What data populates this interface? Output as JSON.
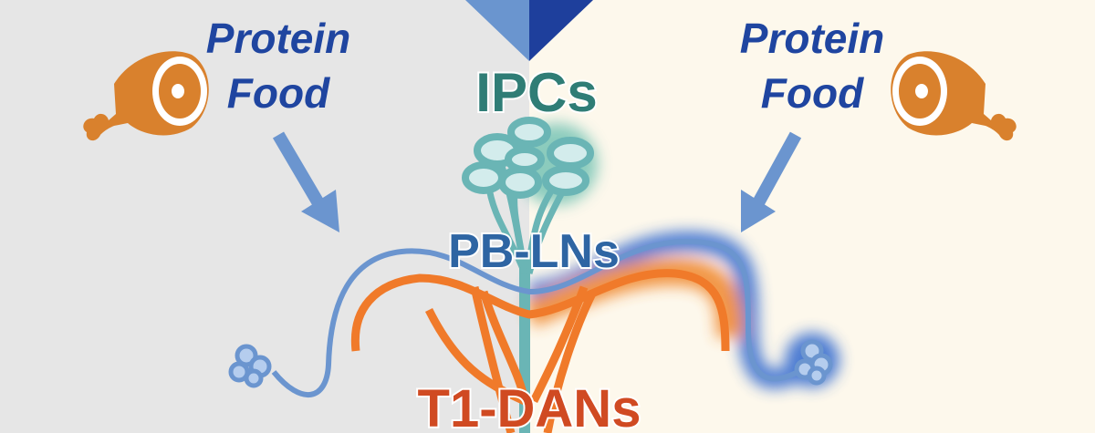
{
  "left_panel": {
    "line1": "Protein",
    "line2": "Food",
    "icon": "meat-icon"
  },
  "right_panel": {
    "line1": "Protein",
    "line2": "Food",
    "icon": "meat-icon"
  },
  "labels": {
    "ipcs": "IPCs",
    "pblns": "PB-LNs",
    "t1dans": "T1-DANs"
  },
  "colors": {
    "left_bg": "#e6e6e6",
    "right_bg": "#fdf8ec",
    "text_blue": "#1f45a0",
    "ipc_teal": "#2f7d76",
    "pbln_blue": "#2e65a3",
    "dan_orange": "#d04a22",
    "neuron_blue": "#6b95cf",
    "neuron_orange": "#f07a2a",
    "neuron_teal": "#6ab5b5",
    "meat": "#d9812d"
  }
}
